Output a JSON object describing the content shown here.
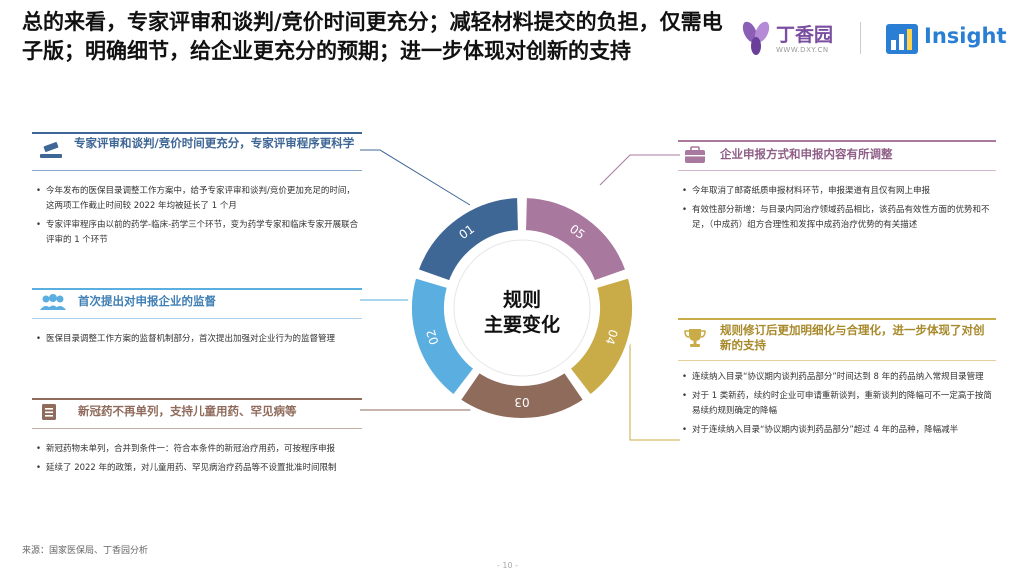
{
  "title": "总的来看，专家评审和谈判/竞价时间更充分；减轻材料提交的负担，仅需电子版；明确细节，给企业更充分的预期；进一步体现对创新的支持",
  "logos": {
    "dxy_name": "丁香园",
    "dxy_url": "WWW.DXY.CN",
    "insight_name": "Insight"
  },
  "center": {
    "line1": "规则",
    "line2": "主要变化"
  },
  "segments": [
    {
      "label": "01",
      "color": "#3f6796"
    },
    {
      "label": "02",
      "color": "#5aaee0"
    },
    {
      "label": "03",
      "color": "#8f6b5c"
    },
    {
      "label": "04",
      "color": "#c9ab47"
    },
    {
      "label": "05",
      "color": "#a8789f"
    }
  ],
  "sections": {
    "s1": {
      "title": "专家评审和谈判/竞价时间更充分，专家评审程序更科学",
      "bullets": [
        "今年发布的医保目录调整工作方案中，给予专家评审和谈判/竞价更加充足的时间，这两项工作截止时间较 2022 年均被延长了 1 个月",
        "专家评审程序由以前的药学-临床-药学三个环节，变为药学专家和临床专家开展联合评审的 1 个环节"
      ]
    },
    "s2": {
      "title": "首次提出对申报企业的监督",
      "bullets": [
        "医保目录调整工作方案的监督机制部分，首次提出加强对企业行为的监督管理"
      ]
    },
    "s3": {
      "title": "新冠药不再单列，支持儿童用药、罕见病等",
      "bullets": [
        "新冠药物未单列，合并到条件一：符合本条件的新冠治疗用药，可按程序申报",
        "延续了 2022 年的政策，对儿童用药、罕见病治疗药品等不设置批准时间限制"
      ]
    },
    "s4": {
      "title": "企业申报方式和申报内容有所调整",
      "bullets": [
        "今年取消了邮寄纸质申报材料环节，申报渠道有且仅有网上申报",
        "有效性部分新增：与目录内同治疗领域药品相比，该药品有效性方面的优势和不足，（中成药）组方合理性和发挥中成药治疗优势的有关描述"
      ]
    },
    "s5": {
      "title": "规则修订后更加明细化与合理化，进一步体现了对创新的支持",
      "bullets": [
        "连续纳入目录“协议期内谈判药品部分”时间达到 8 年的药品纳入常规目录管理",
        "对于 1 类新药，续约时企业可申请重新谈判，重新谈判的降幅可不一定高于按简易续约规则确定的降幅",
        "对于连续纳入目录“协议期内谈判药品部分”超过 4 年的品种，降幅减半"
      ]
    }
  },
  "source": "来源：国家医保局、丁香园分析",
  "page_number": "- 10 -",
  "colors": {
    "blue": "#3f6796",
    "purple": "#a8789f",
    "gold": "#c9ab47"
  }
}
